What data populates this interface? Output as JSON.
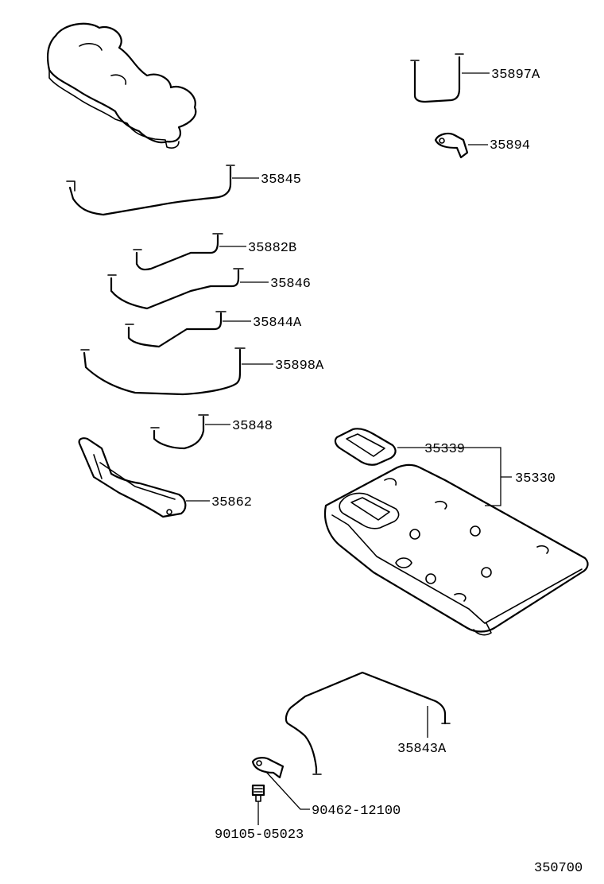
{
  "labels": {
    "p35897A": "35897A",
    "p35894": "35894",
    "p35845": "35845",
    "p35882B": "35882B",
    "p35846": "35846",
    "p35844A": "35844A",
    "p35898A": "35898A",
    "p35848": "35848",
    "p35862": "35862",
    "p35339": "35339",
    "p35330": "35330",
    "p35843A": "35843A",
    "p90462": "90462-12100",
    "p90105": "90105-05023"
  },
  "figure_number": "350700"
}
